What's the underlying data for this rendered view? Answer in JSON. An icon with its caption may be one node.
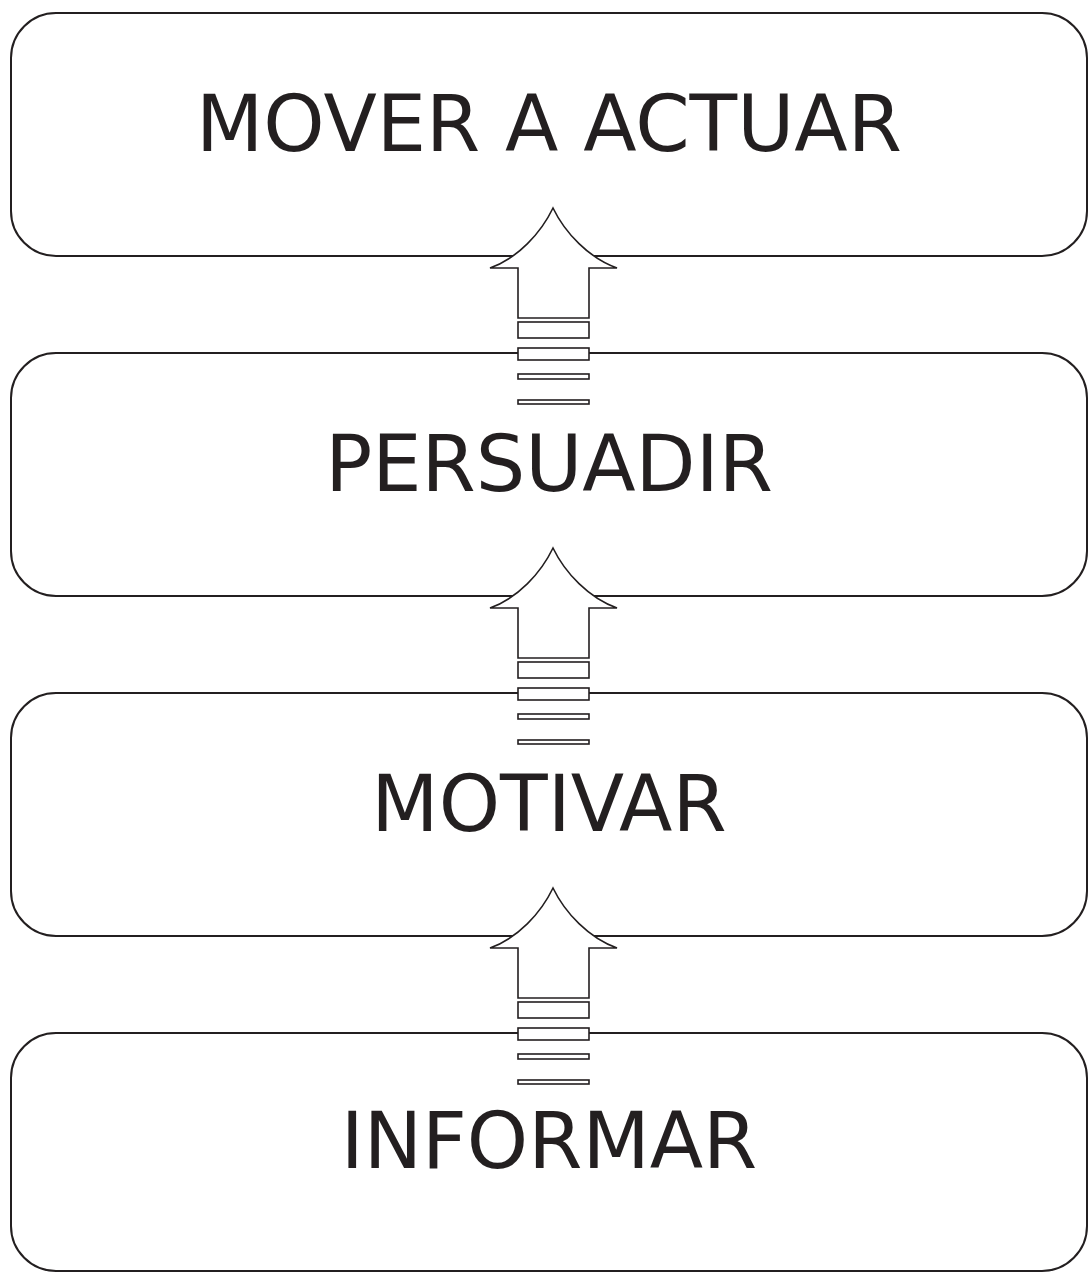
{
  "diagram": {
    "nodes": [
      {
        "text": [
          "MOVER A ACTUAR"
        ]
      },
      {
        "text": [
          "PERSUADIR"
        ]
      },
      {
        "text": [
          "MOTIVAR"
        ]
      },
      {
        "text": [
          "INFORMAR"
        ]
      }
    ],
    "edges": [
      {
        "from": 3,
        "to": 2,
        "arrow": "to"
      },
      {
        "from": 2,
        "to": 1,
        "arrow": "to"
      },
      {
        "from": 1,
        "to": 0,
        "arrow": "to"
      }
    ]
  }
}
